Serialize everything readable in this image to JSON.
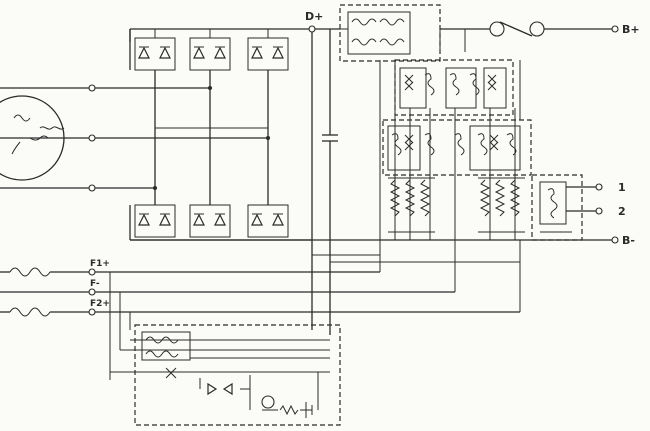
{
  "labels": {
    "d_plus": "D+",
    "b_plus": "B+",
    "b_minus": "B-",
    "f1_plus": "F1+",
    "f_minus": "F-",
    "f2_plus": "F2+",
    "out_1": "1",
    "out_2": "2"
  },
  "colors": {
    "ink": "#2b2b2b",
    "paper": "#fbfbf8"
  }
}
